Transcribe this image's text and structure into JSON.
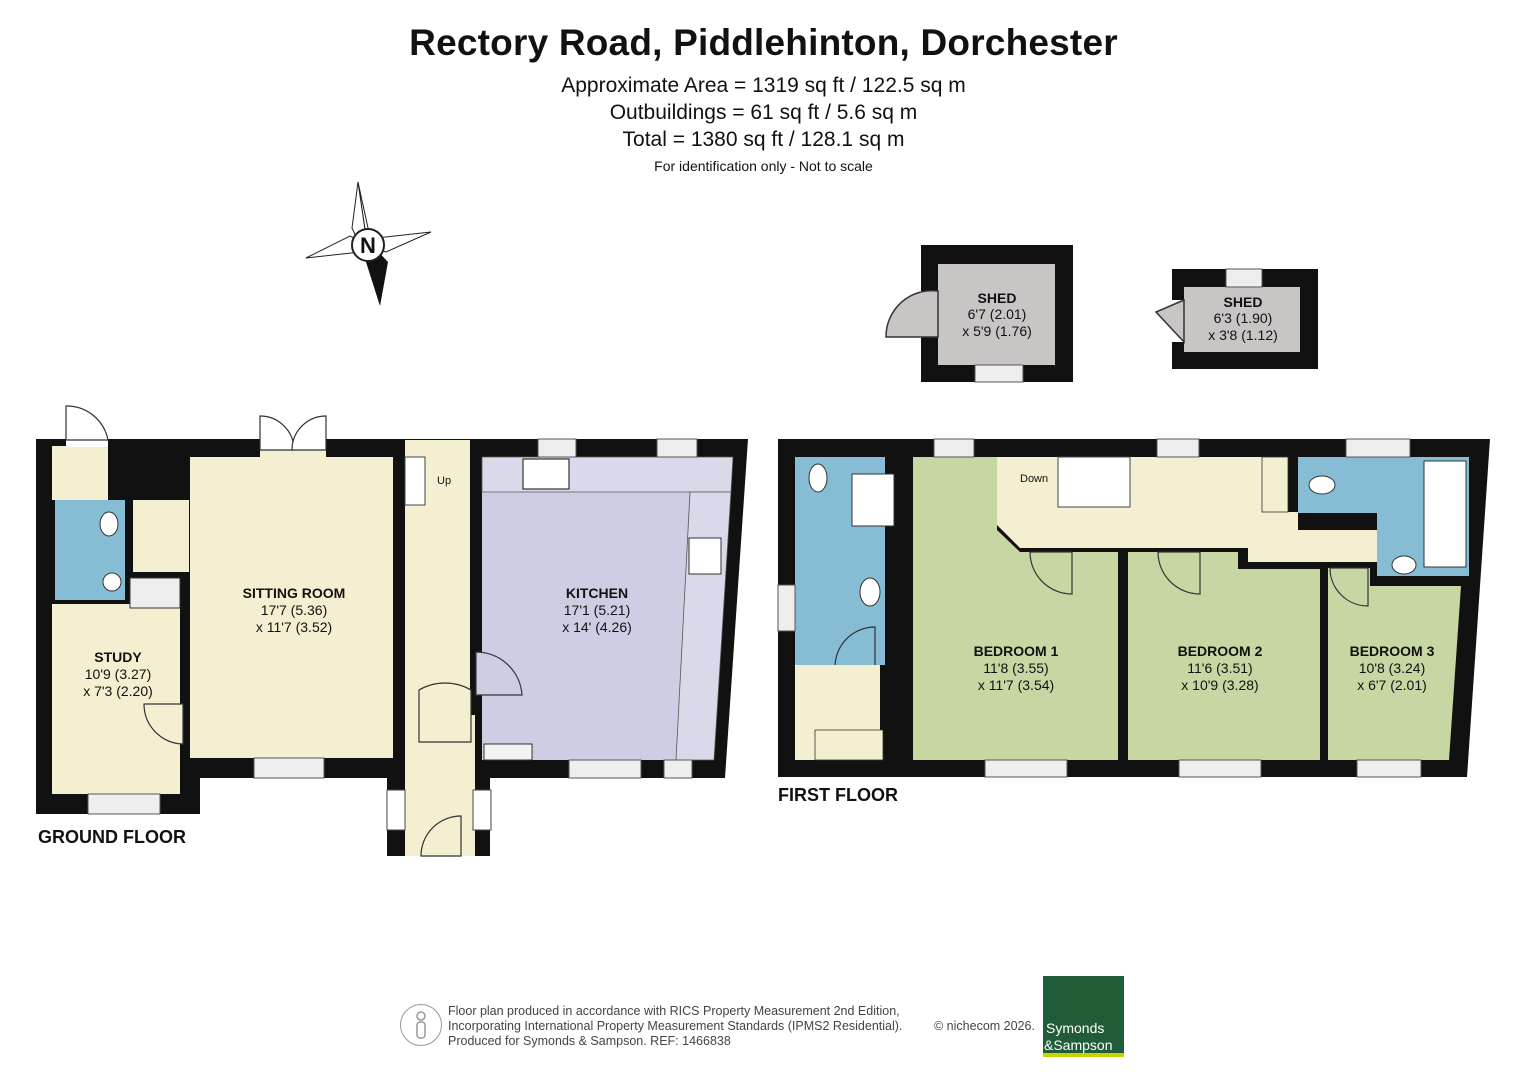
{
  "header": {
    "title": "Rectory Road, Piddlehinton, Dorchester",
    "approx_area": "Approximate Area = 1319 sq ft / 122.5 sq m",
    "outbuildings": "Outbuildings = 61 sq ft / 5.6 sq m",
    "total": "Total = 1380 sq ft / 128.1 sq m",
    "note": "For identification only - Not to scale"
  },
  "compass": {
    "label": "N"
  },
  "ground_floor": {
    "label": "GROUND FLOOR",
    "rooms": {
      "sitting_room": {
        "name": "SITTING ROOM",
        "dim1": "17'7 (5.36)",
        "dim2": "x 11'7 (3.52)"
      },
      "kitchen": {
        "name": "KITCHEN",
        "dim1": "17'1 (5.21)",
        "dim2": "x 14' (4.26)"
      },
      "study": {
        "name": "STUDY",
        "dim1": "10'9 (3.27)",
        "dim2": "x 7'3 (2.20)"
      }
    },
    "stairs_label": "Up"
  },
  "first_floor": {
    "label": "FIRST FLOOR",
    "rooms": {
      "bedroom1": {
        "name": "BEDROOM 1",
        "dim1": "11'8 (3.55)",
        "dim2": "x 11'7 (3.54)"
      },
      "bedroom2": {
        "name": "BEDROOM 2",
        "dim1": "11'6 (3.51)",
        "dim2": "x 10'9 (3.28)"
      },
      "bedroom3": {
        "name": "BEDROOM 3",
        "dim1": "10'8 (3.24)",
        "dim2": "x 6'7 (2.01)"
      }
    },
    "stairs_label": "Down"
  },
  "outbuildings": {
    "shed1": {
      "name": "SHED",
      "dim1": "6'7 (2.01)",
      "dim2": "x 5'9 (1.76)"
    },
    "shed2": {
      "name": "SHED",
      "dim1": "6'3 (1.90)",
      "dim2": "x 3'8 (1.12)"
    }
  },
  "footer": {
    "line1": "Floor plan produced in accordance with RICS Property Measurement 2nd Edition,",
    "line2": "Incorporating International Property Measurement Standards (IPMS2 Residential).",
    "line3": "Produced for Symonds & Sampson.   REF:  1466838",
    "copyright": "© nichecom 2026.",
    "logo_line1": "Symonds",
    "logo_line2": "&Sampson"
  },
  "colors": {
    "wall": "#111111",
    "living": "#f4efd0",
    "kitchen": "#cdcee3",
    "bedroom": "#c6d7a4",
    "bathroom": "#86bcd4",
    "shed": "#c9c5c5",
    "brand_green": "#1f5c37"
  }
}
